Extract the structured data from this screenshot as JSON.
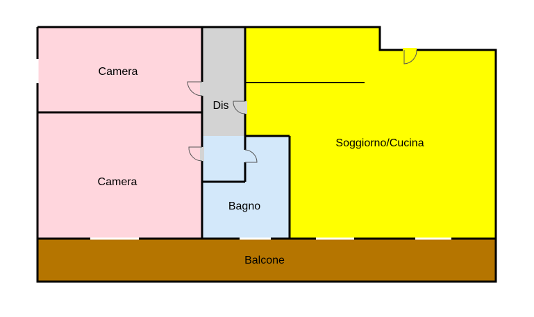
{
  "floorplan": {
    "rooms": [
      {
        "id": "camera-1",
        "label": "Camera",
        "color": "#ffd6dd"
      },
      {
        "id": "camera-2",
        "label": "Camera",
        "color": "#ffd6dd"
      },
      {
        "id": "dis",
        "label": "Dis",
        "color": "#d3d3d3"
      },
      {
        "id": "bagno",
        "label": "Bagno",
        "color": "#d3e8fa"
      },
      {
        "id": "soggiorno",
        "label": "Soggiorno/Cucina",
        "color": "#ffff00"
      },
      {
        "id": "balcone",
        "label": "Balcone",
        "color": "#b57500"
      }
    ]
  }
}
